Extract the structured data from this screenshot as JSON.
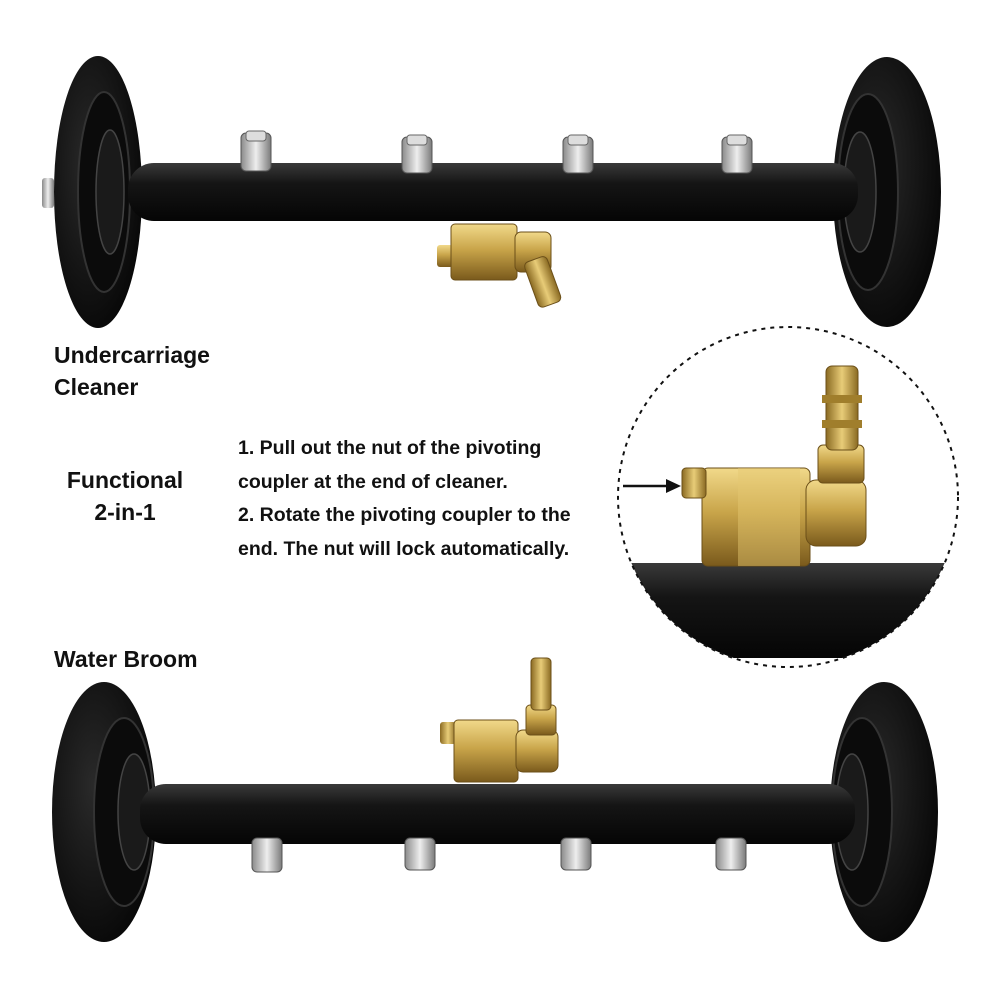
{
  "labels": {
    "undercarriage_line1": "Undercarriage",
    "undercarriage_line2": "Cleaner",
    "functional_line1": "Functional",
    "functional_line2": "2-in-1",
    "water_broom": "Water Broom"
  },
  "instructions": [
    "1. Pull out the nut of the pivoting",
    "coupler at the end of cleaner.",
    "2. Rotate the pivoting coupler to the",
    "end. The nut will lock automatically."
  ],
  "colors": {
    "tube": "#111111",
    "brass": "#c9a54a",
    "steel": "#c8c8c8",
    "background": "#ffffff"
  },
  "icons": [
    "arrow-right-icon"
  ]
}
